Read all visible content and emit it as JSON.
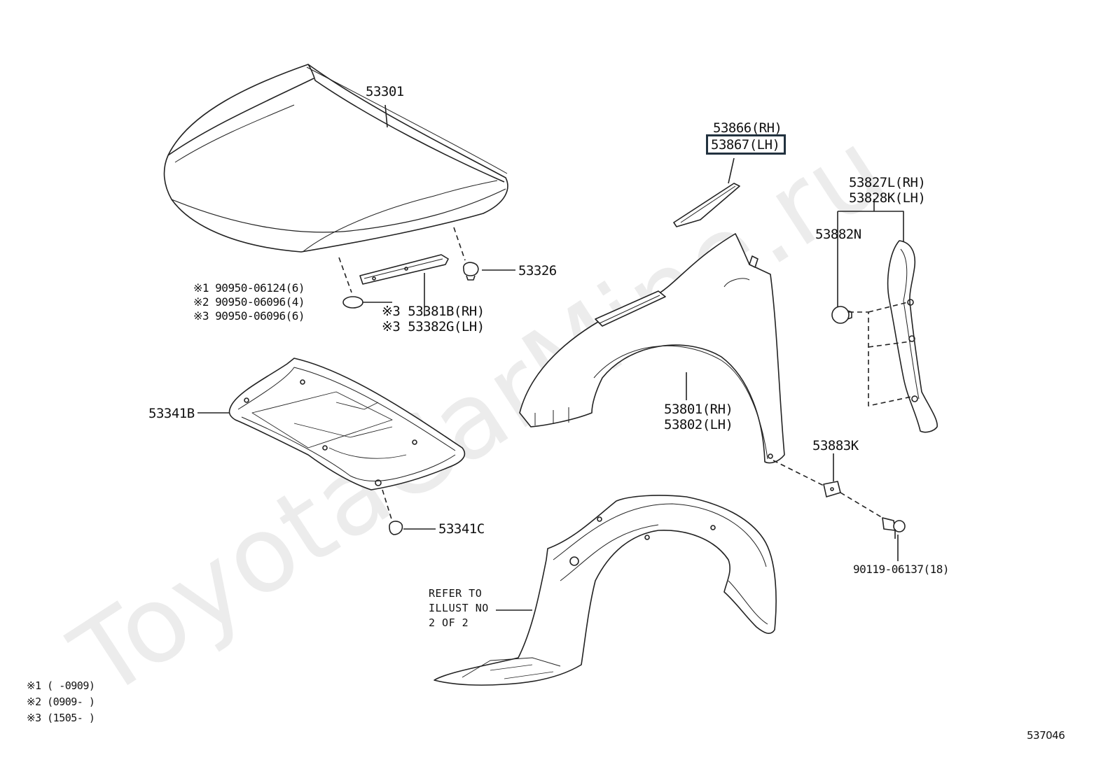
{
  "watermark": "ToyotaCarMine.ru",
  "diagram_code": "537046",
  "labels": {
    "hood": "53301",
    "hood_ins_1": "※1 90950-06124(6)",
    "hood_ins_2": "※2 90950-06096(4)",
    "hood_ins_3": "※3 90950-06096(6)",
    "seal_rh": "※3 53381B(RH)",
    "seal_lh": "※3 53382G(LH)",
    "clip_53326": "53326",
    "insulator": "53341B",
    "clip_53341c": "53341C",
    "seal_fender_rh": "53866(RH)",
    "seal_fender_lh": "53867(LH)",
    "fender_rh": "53801(RH)",
    "fender_lh": "53802(LH)",
    "bracket_rh": "53827L(RH)",
    "bracket_lh": "53828K(LH)",
    "clip_53882n": "53882N",
    "nut_53883k": "53883K",
    "bolt": "90119-06137(18)",
    "refer_1": "REFER TO",
    "refer_2": "ILLUST NO",
    "refer_3": "2 OF 2"
  },
  "notes": [
    "※1 (      -0909)",
    "※2 (0909-      )",
    "※3 (1505-      )"
  ],
  "highlight_color": "#22323f"
}
